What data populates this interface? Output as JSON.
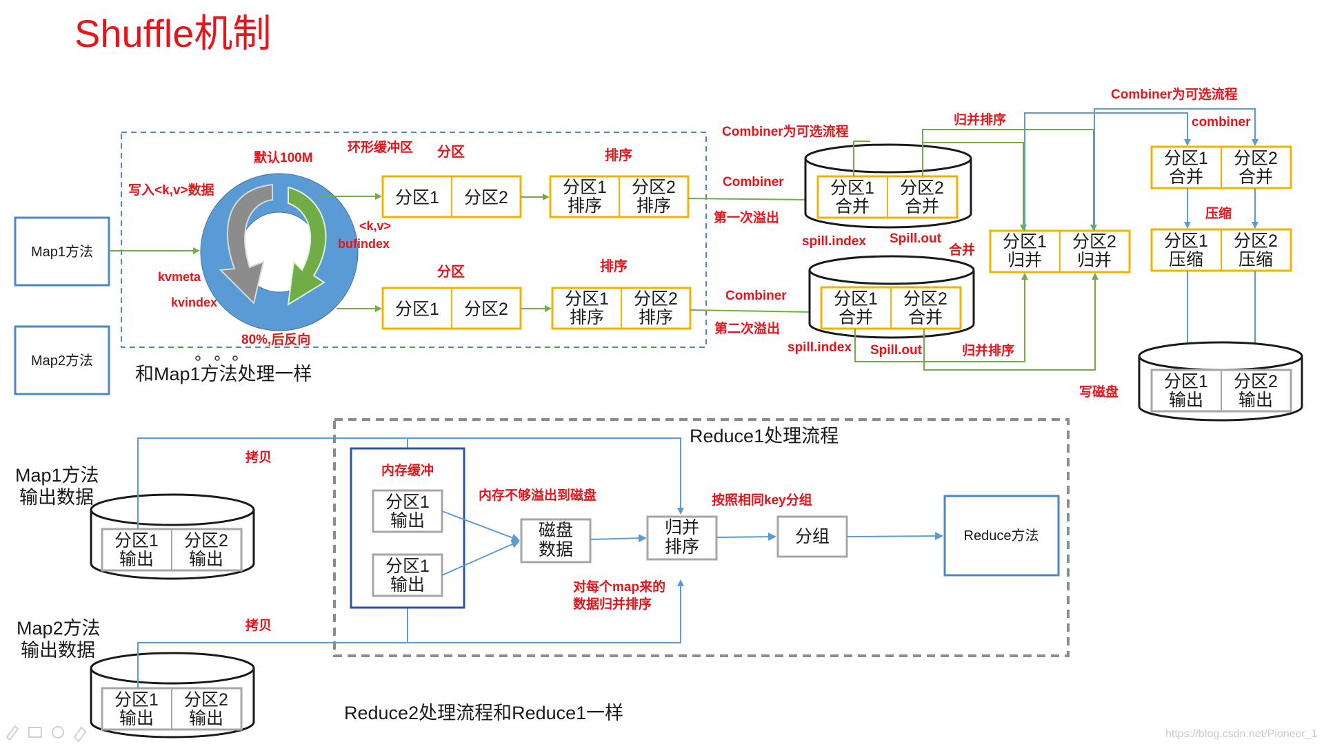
{
  "title": "Shuffle机制",
  "map_methods": {
    "map1": "Map1方法",
    "map2": "Map2方法"
  },
  "map2_note": "和Map1方法处理一样",
  "ring": {
    "default_size": "默认100M",
    "label": "环形缓冲区",
    "write_kv": "写入<k,v>数据",
    "kv": "<k,v>",
    "bufindex": "bufindex",
    "kvmeta": "kvmeta",
    "kvindex": "kvindex",
    "reverse": "80%,后反向"
  },
  "top_flow": {
    "partition_label": "分区",
    "sort_label": "排序",
    "p1": "分区1",
    "p2": "分区2",
    "p1_sort": [
      "分区1",
      "排序"
    ],
    "p2_sort": [
      "分区2",
      "排序"
    ],
    "combiner": "Combiner",
    "spill1": "第一次溢出",
    "spill2": "第二次溢出"
  },
  "spill_disk": {
    "p1_merge": [
      "分区1",
      "合并"
    ],
    "p2_merge": [
      "分区2",
      "合并"
    ],
    "combiner_optional": "Combiner为可选流程",
    "spill_index": "spill.index",
    "spill_out": "Spill.out"
  },
  "merge_stage": {
    "merge_sort": "归并排序",
    "merge": "合并",
    "p1_merge": [
      "分区1",
      "归并"
    ],
    "p2_merge": [
      "分区2",
      "归并"
    ],
    "combiner_optional": "Combiner为可选流程",
    "combiner": "combiner",
    "compress": "压缩",
    "p1_combined": [
      "分区1",
      "合并"
    ],
    "p2_combined": [
      "分区2",
      "合并"
    ],
    "p1_compress": [
      "分区1",
      "压缩"
    ],
    "p2_compress": [
      "分区2",
      "压缩"
    ],
    "write_disk": "写磁盘",
    "p1_output": [
      "分区1",
      "输出"
    ],
    "p2_output": [
      "分区2",
      "输出"
    ]
  },
  "reduce": {
    "title": "Reduce1处理流程",
    "map1_output": [
      "Map1方法",
      "输出数据"
    ],
    "map2_output": [
      "Map2方法",
      "输出数据"
    ],
    "copy": "拷贝",
    "memory_buffer": "内存缓冲",
    "overflow_to_disk": "内存不够溢出到磁盘",
    "disk_data": [
      "磁盘",
      "数据"
    ],
    "merge_sort": [
      "归并",
      "排序"
    ],
    "group_by_key": "按照相同key分组",
    "group": "分组",
    "per_map_merge": [
      "对每个map来的",
      "数据归并排序"
    ],
    "reduce_method": "Reduce方法",
    "p1_output": [
      "分区1",
      "输出"
    ],
    "p2_output": [
      "分区2",
      "输出"
    ],
    "reduce2_note": "Reduce2处理流程和Reduce1一样"
  },
  "watermark": "https://blog.csdn.net/Pioneer_1",
  "colors": {
    "title_red": "#e8141a",
    "partition_border": "#f2b200",
    "map_border": "#4a86c8",
    "ring_blue": "#5b9bd5",
    "arrow_green": "#70ad47",
    "arrow_blue": "#5b9bd5",
    "dashed_blue": "#4a86c8",
    "dashed_gray": "#8c8c8c",
    "gray_box": "#a6a6a6"
  }
}
